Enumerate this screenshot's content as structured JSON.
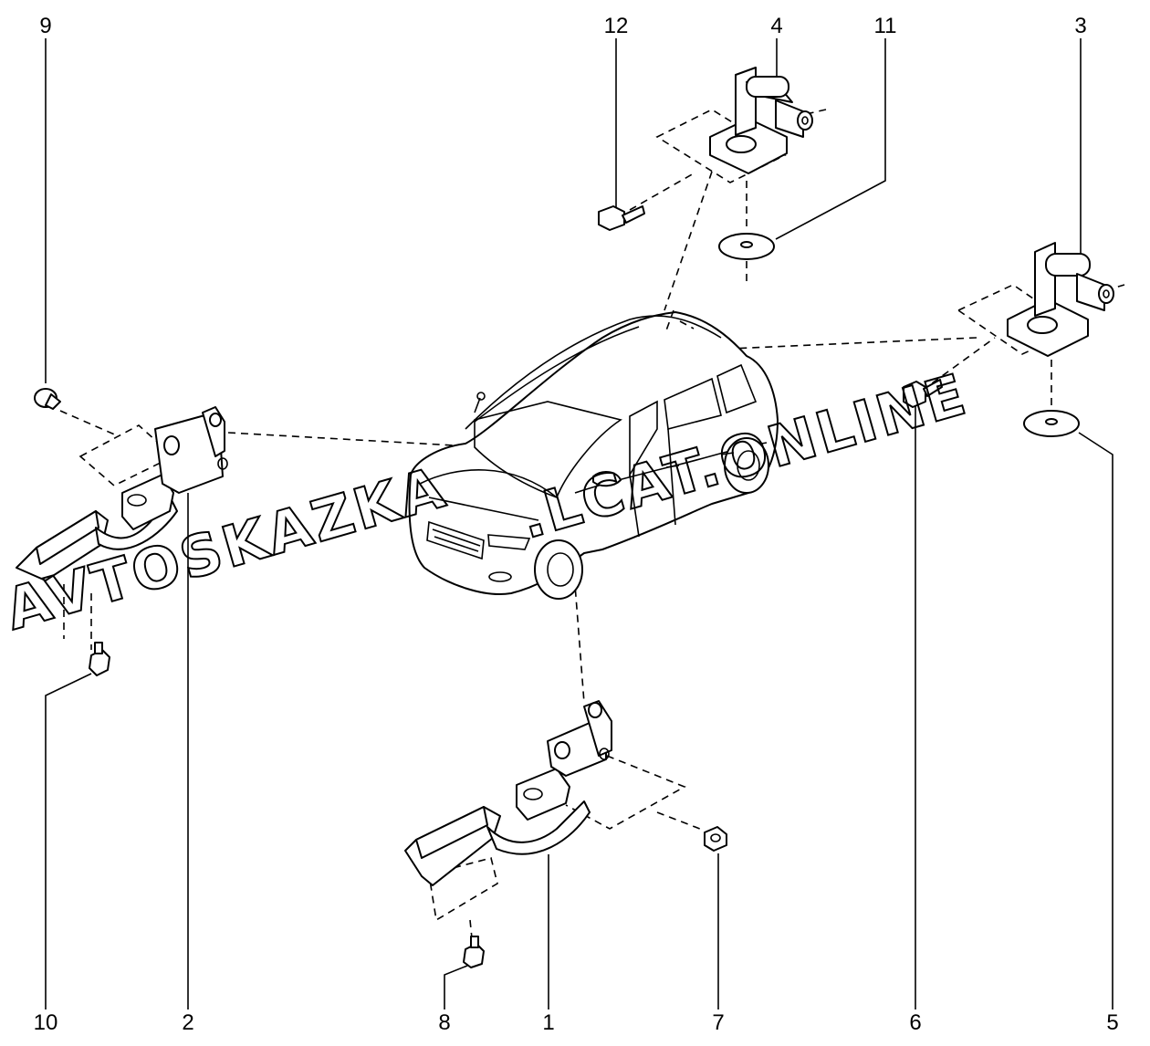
{
  "callouts": [
    {
      "id": "c1",
      "label": "1"
    },
    {
      "id": "c2",
      "label": "2"
    },
    {
      "id": "c3",
      "label": "3"
    },
    {
      "id": "c4",
      "label": "4"
    },
    {
      "id": "c5",
      "label": "5"
    },
    {
      "id": "c6",
      "label": "6"
    },
    {
      "id": "c7",
      "label": "7"
    },
    {
      "id": "c8",
      "label": "8"
    },
    {
      "id": "c9",
      "label": "9"
    },
    {
      "id": "c10",
      "label": "10"
    },
    {
      "id": "c11",
      "label": "11"
    },
    {
      "id": "c12",
      "label": "12"
    }
  ],
  "watermark": {
    "left_text": "AVTOSKAZKA",
    "right_text": ".LCAT.ONLINE"
  }
}
